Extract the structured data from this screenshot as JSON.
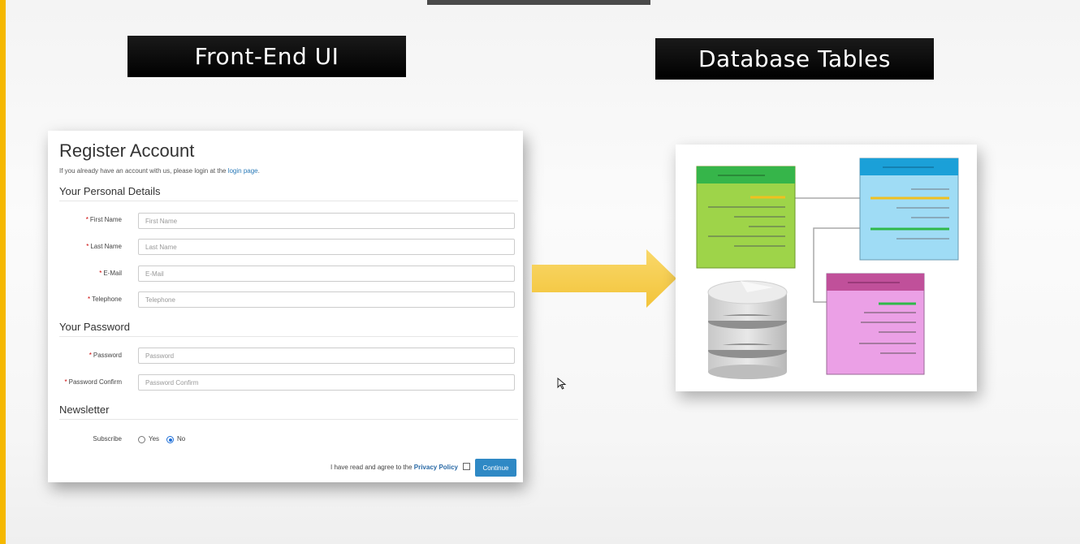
{
  "banners": {
    "left": "Front-End UI",
    "right": "Database Tables"
  },
  "form": {
    "title": "Register Account",
    "subtitle_prefix": "If you already have an account with us, please login at the ",
    "subtitle_link": "login page",
    "subtitle_suffix": ".",
    "section_personal": "Your Personal Details",
    "section_password": "Your Password",
    "section_newsletter": "Newsletter",
    "required_mark": "*",
    "fields": {
      "first_name": {
        "label": "First Name",
        "placeholder": "First Name"
      },
      "last_name": {
        "label": "Last Name",
        "placeholder": "Last Name"
      },
      "email": {
        "label": "E-Mail",
        "placeholder": "E-Mail"
      },
      "telephone": {
        "label": "Telephone",
        "placeholder": "Telephone"
      },
      "password": {
        "label": "Password",
        "placeholder": "Password"
      },
      "password_confirm": {
        "label": "Password Confirm",
        "placeholder": "Password Confirm"
      }
    },
    "subscribe_label": "Subscribe",
    "subscribe_yes": "Yes",
    "subscribe_no": "No",
    "subscribe_selected": "No",
    "agree_text": "I have read and agree to the ",
    "privacy_link": "Privacy Policy",
    "continue_label": "Continue"
  },
  "colors": {
    "accent_yellow": "#f5b800",
    "arrow": "#f7cf4a",
    "button": "#2f89c5",
    "table_green": "#9ed449",
    "table_blue": "#9fdcf5",
    "table_pink": "#eba0e6"
  },
  "icons": [
    "right-arrow-icon",
    "database-icon",
    "mouse-cursor-icon"
  ]
}
